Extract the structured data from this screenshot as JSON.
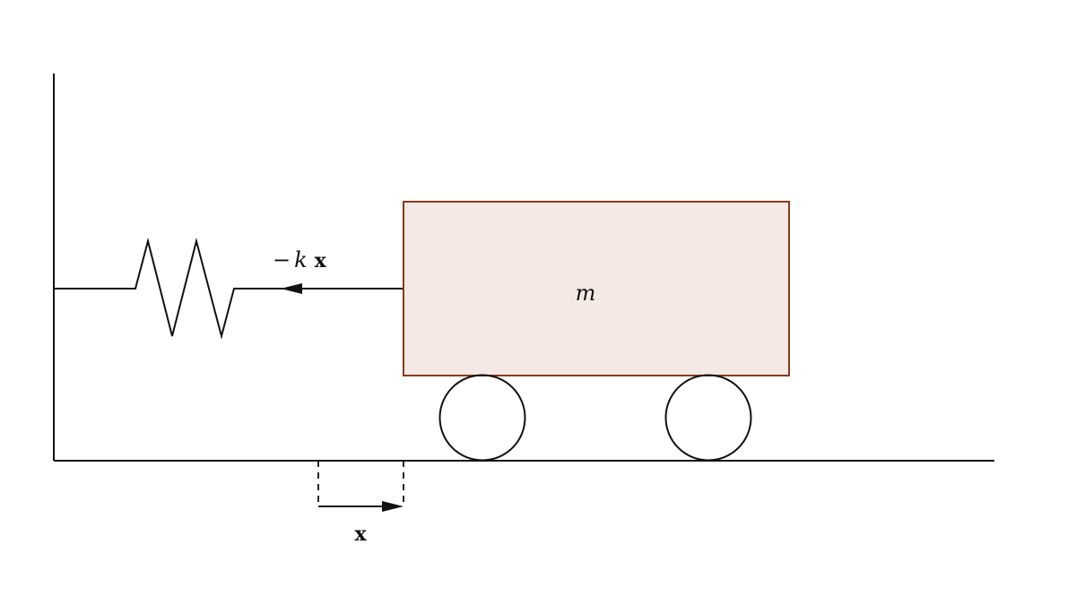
{
  "labels": {
    "mass": "m",
    "force_sign": "−",
    "force_k": "k",
    "force_x": "x",
    "displacement": "x"
  },
  "colors": {
    "mass_fill": "#f5e9e5",
    "mass_stroke": "#8b3a1a",
    "ink": "#111111"
  }
}
